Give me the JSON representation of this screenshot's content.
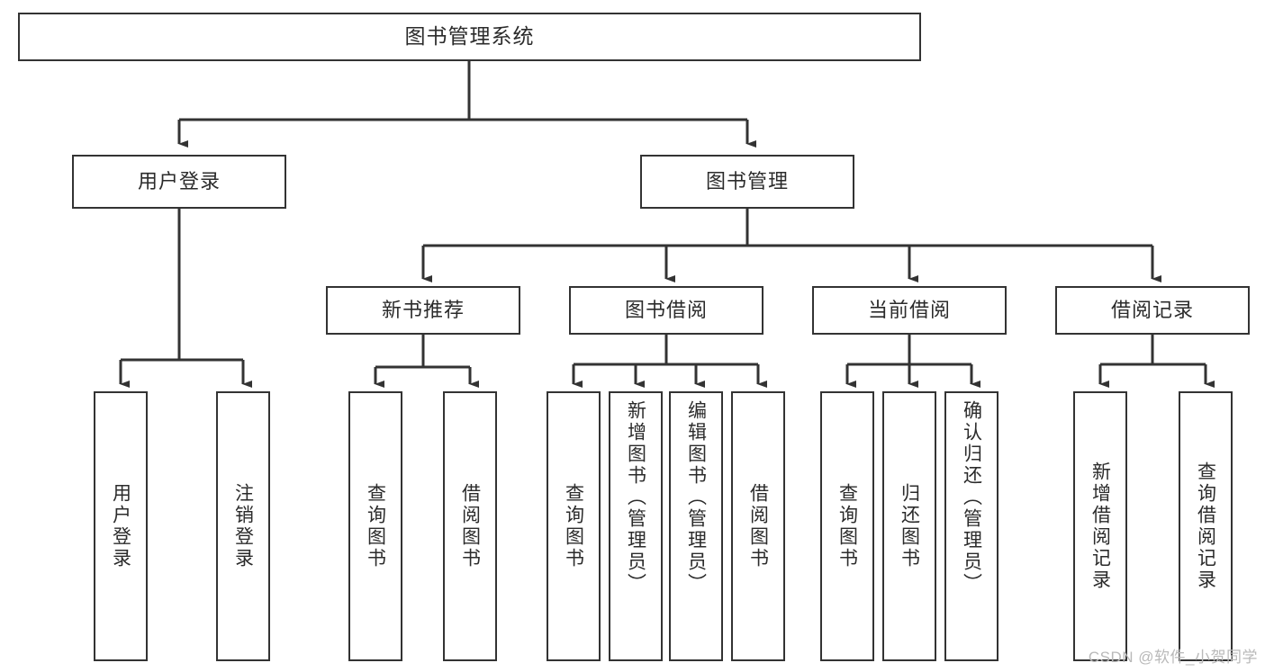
{
  "diagram": {
    "title": "图书管理系统",
    "watermark": "CSDN @软件_小贺同学",
    "colors": {
      "stroke": "#333333",
      "box_fill": "#ffffff",
      "text": "#2b2b2b",
      "background": "#ffffff",
      "watermark": "#b9b9b9"
    },
    "nodes": {
      "root": "图书管理系统",
      "level2": {
        "user_login": "用户登录",
        "book_management": "图书管理"
      },
      "level3": {
        "new_book_recommend": "新书推荐",
        "book_borrow": "图书借阅",
        "current_borrow": "当前借阅",
        "borrow_record": "借阅记录"
      },
      "leaves": {
        "user_login_1": "用户登录",
        "user_login_2": "注销登录",
        "recommend_1": "查询图书",
        "recommend_2": "借阅图书",
        "borrow_1": "查询图书",
        "borrow_2": "新增图书（管理员）",
        "borrow_3": "编辑图书（管理员）",
        "borrow_4": "借阅图书",
        "current_1": "查询图书",
        "current_2": "归还图书",
        "current_3": "确认归还（管理员）",
        "record_1": "新增借阅记录",
        "record_2": "查询借阅记录"
      }
    }
  }
}
